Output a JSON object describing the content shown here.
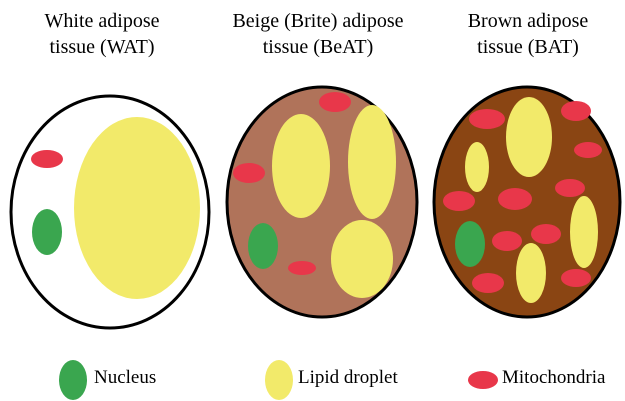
{
  "cells": [
    {
      "title_line1": "White adipose",
      "title_line2": "tissue (WAT)",
      "fill_color": "#ffffff"
    },
    {
      "title_line1": "Beige (Brite) adipose",
      "title_line2": "tissue (BeAT)",
      "fill_color": "#b0735a"
    },
    {
      "title_line1": "Brown adipose",
      "title_line2": "tissue (BAT)",
      "fill_color": "#8a4513"
    }
  ],
  "legend": {
    "nucleus": {
      "label": "Nucleus",
      "color": "#3aa64f"
    },
    "lipid": {
      "label": "Lipid droplet",
      "color": "#f2ea6a"
    },
    "mito": {
      "label": "Mitochondria",
      "color": "#e8374a"
    }
  }
}
